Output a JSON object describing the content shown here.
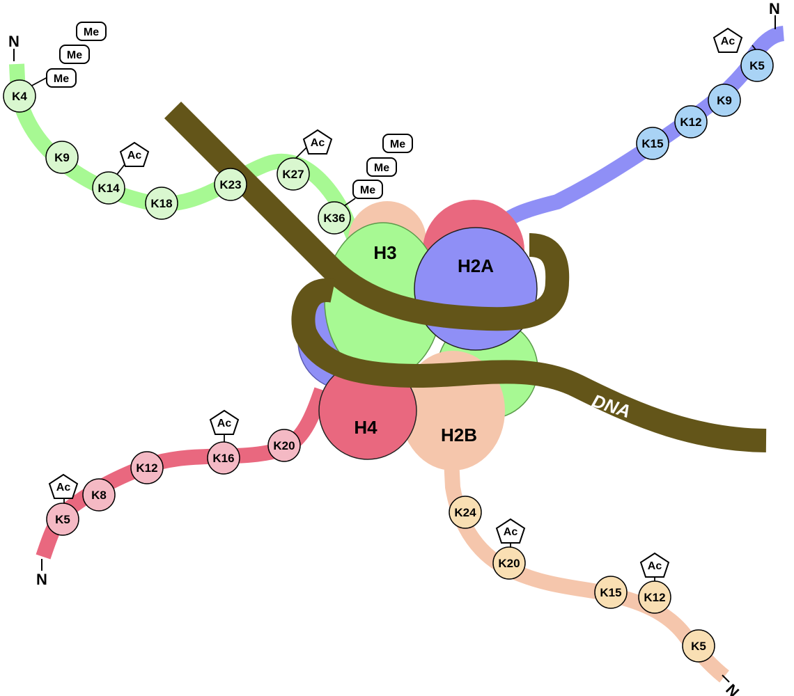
{
  "colors": {
    "h3": "#a7f993",
    "h4": "#e9687f",
    "h2a": "#8f8ff6",
    "h2b": "#f5c6ac",
    "dna": "#635519",
    "h3_site": "#d9f7cf",
    "h4_site": "#f4b9c4",
    "h2a_site": "#a9d3f5",
    "h2b_site": "#f9dfb3"
  },
  "core": {
    "h3": "H3",
    "h2a": "H2A",
    "h4": "H4",
    "h2b": "H2B"
  },
  "dna_label": "DNA",
  "terminus": "N",
  "tails": {
    "h3": {
      "sites": [
        "K4",
        "K9",
        "K14",
        "K18",
        "K23",
        "K27",
        "K36"
      ],
      "mods": [
        "Me",
        "Me",
        "Me",
        "Ac",
        "Ac",
        "Me",
        "Me",
        "Me"
      ]
    },
    "h2a": {
      "sites": [
        "K5",
        "K9",
        "K12",
        "K15"
      ],
      "mods": [
        "Ac"
      ]
    },
    "h4": {
      "sites": [
        "K5",
        "K8",
        "K12",
        "K16",
        "K20"
      ],
      "mods": [
        "Ac",
        "Ac"
      ]
    },
    "h2b": {
      "sites": [
        "K24",
        "K20",
        "K15",
        "K12",
        "K5"
      ],
      "mods": [
        "Ac",
        "Ac"
      ]
    }
  }
}
